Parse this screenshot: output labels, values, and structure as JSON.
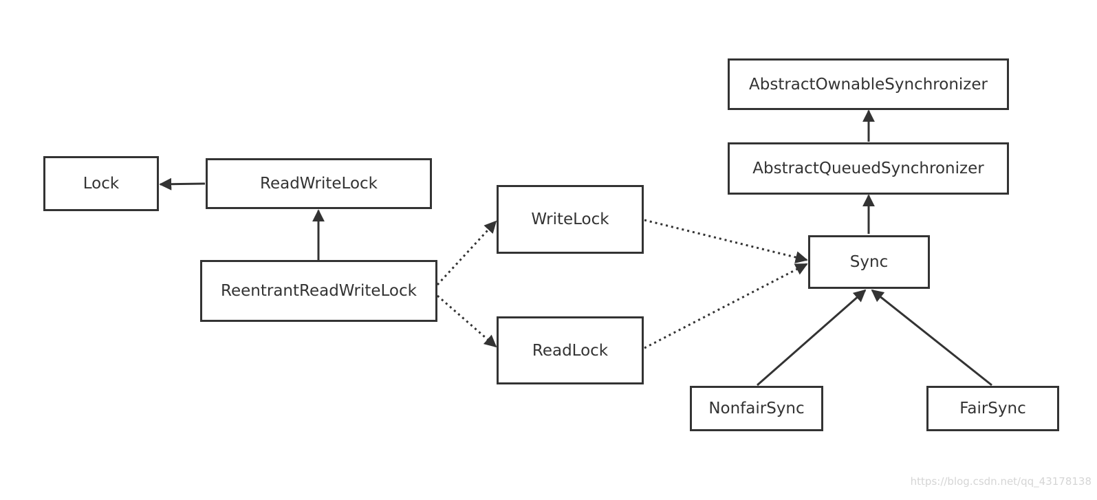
{
  "diagram": {
    "nodes": {
      "lock": "Lock",
      "read_write_lock": "ReadWriteLock",
      "reentrant_read_write_lock": "ReentrantReadWriteLock",
      "write_lock": "WriteLock",
      "read_lock": "ReadLock",
      "abstract_ownable_synchronizer": "AbstractOwnableSynchronizer",
      "abstract_queued_synchronizer": "AbstractQueuedSynchronizer",
      "sync": "Sync",
      "nonfair_sync": "NonfairSync",
      "fair_sync": "FairSync"
    },
    "edges": [
      {
        "from": "ReadWriteLock",
        "to": "Lock",
        "style": "solid"
      },
      {
        "from": "ReentrantReadWriteLock",
        "to": "ReadWriteLock",
        "style": "solid"
      },
      {
        "from": "ReentrantReadWriteLock",
        "to": "WriteLock",
        "style": "dotted"
      },
      {
        "from": "ReentrantReadWriteLock",
        "to": "ReadLock",
        "style": "dotted"
      },
      {
        "from": "WriteLock",
        "to": "Sync",
        "style": "dotted"
      },
      {
        "from": "ReadLock",
        "to": "Sync",
        "style": "dotted"
      },
      {
        "from": "Sync",
        "to": "AbstractQueuedSynchronizer",
        "style": "solid"
      },
      {
        "from": "AbstractQueuedSynchronizer",
        "to": "AbstractOwnableSynchronizer",
        "style": "solid"
      },
      {
        "from": "NonfairSync",
        "to": "Sync",
        "style": "solid"
      },
      {
        "from": "FairSync",
        "to": "Sync",
        "style": "solid"
      }
    ],
    "line_color": "#333333"
  },
  "watermark": "https://blog.csdn.net/qq_43178138"
}
